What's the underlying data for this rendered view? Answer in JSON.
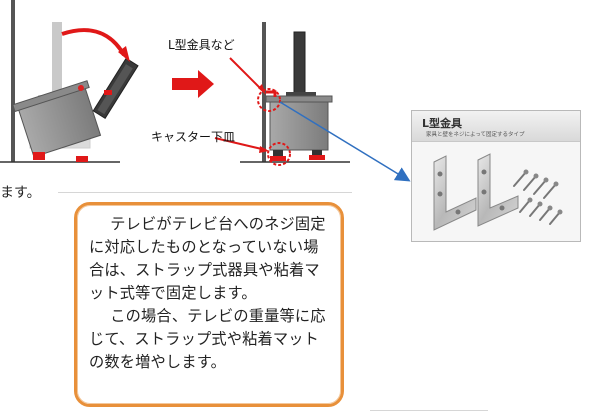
{
  "labels": {
    "l_bracket": "L型金具など",
    "caster_dish": "キャスター下皿",
    "left_fragment": "ます。"
  },
  "callout": {
    "para1": "テレビがテレビ台へのネジ固定に対応したものとなっていない場合は、ストラップ式器具や粘着マット式等で固定します。",
    "para2": "この場合、テレビの重量等に応じて、ストラップ式や粘着マットの数を増やします。"
  },
  "photo": {
    "title": "L型金具",
    "subtitle": "家具と壁をネジによって固定するタイプ"
  },
  "colors": {
    "red": "#e01818",
    "callout_border": "#e8903a",
    "arrow_blue": "#3070c0",
    "cabinet": "#8c8c8c"
  },
  "icons": {
    "motion_arrow": "arrow-right-icon",
    "curved_arrow": "curved-arrow-icon"
  }
}
